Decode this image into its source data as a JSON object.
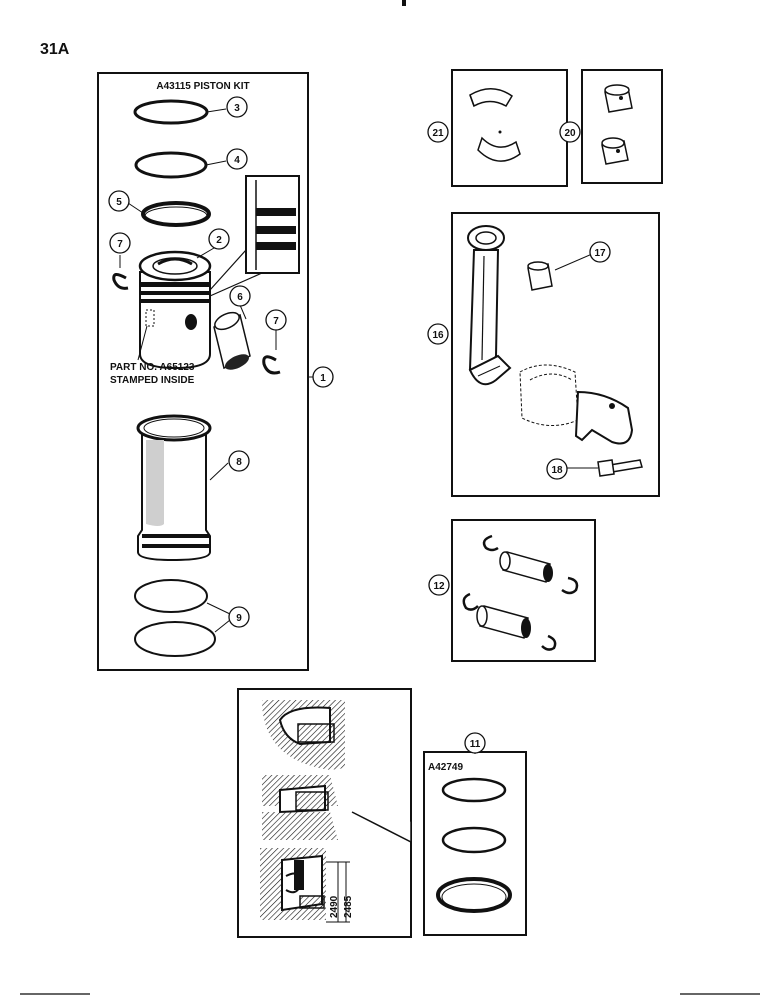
{
  "page_number": "31A",
  "kit_title": "A43115 PISTON KIT",
  "stamp_note_line1": "PART NO. A65123",
  "stamp_note_line2": "STAMPED INSIDE",
  "ring_set_part": "A42749",
  "dimensions": {
    "outer": "2490",
    "inner": "2485"
  },
  "callouts": {
    "c1": "1",
    "c2": "2",
    "c3": "3",
    "c4": "4",
    "c5": "5",
    "c6": "6",
    "c7a": "7",
    "c7b": "7",
    "c8": "8",
    "c9": "9",
    "c11": "11",
    "c12": "12",
    "c16": "16",
    "c17": "17",
    "c18": "18",
    "c20": "20",
    "c21": "21"
  }
}
